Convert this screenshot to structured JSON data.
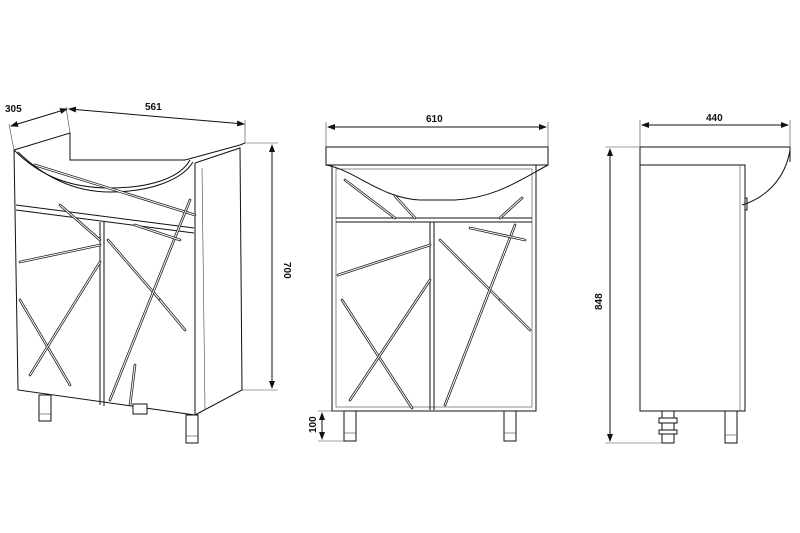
{
  "views": {
    "isometric": {
      "depth": "305",
      "width": "561",
      "height": "700"
    },
    "front": {
      "width": "610",
      "leg_height": "100"
    },
    "side": {
      "depth": "440",
      "height": "848"
    }
  },
  "colors": {
    "line": "#111111",
    "background": "#ffffff"
  }
}
